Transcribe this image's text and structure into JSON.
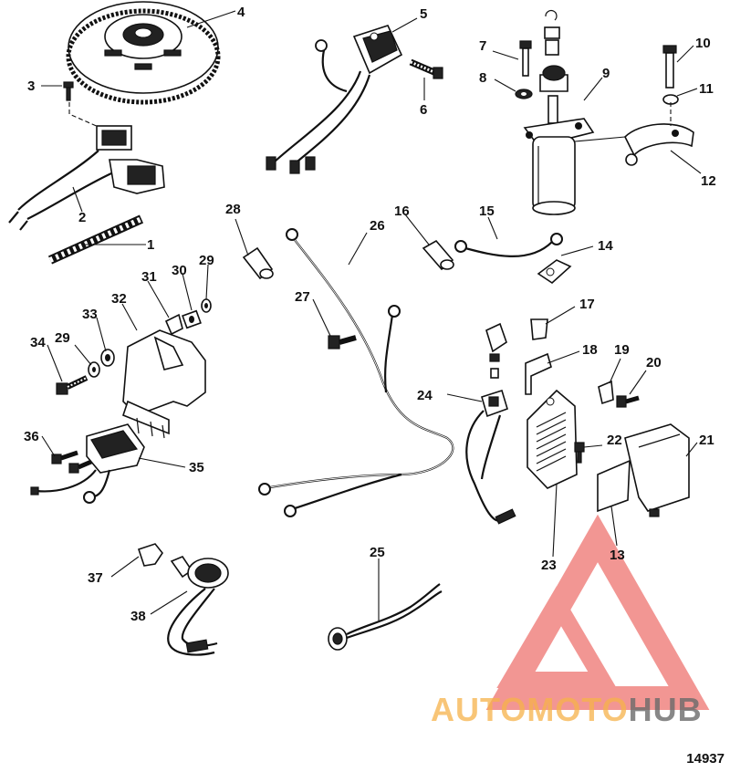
{
  "callouts": [
    "1",
    "2",
    "3",
    "4",
    "5",
    "6",
    "7",
    "8",
    "9",
    "10",
    "11",
    "12",
    "13",
    "14",
    "15",
    "16",
    "17",
    "18",
    "19",
    "20",
    "21",
    "22",
    "23",
    "24",
    "25",
    "26",
    "27",
    "28",
    "29",
    "29",
    "30",
    "31",
    "32",
    "33",
    "34",
    "35",
    "36",
    "37",
    "38"
  ],
  "figure_number": "14937",
  "watermark": {
    "text_part1": "AUTOMOTO",
    "text_part2": "HUB",
    "color_primary": "#f6b24a",
    "color_secondary": "#e8413c",
    "color_tertiary": "#1b1b1b"
  }
}
